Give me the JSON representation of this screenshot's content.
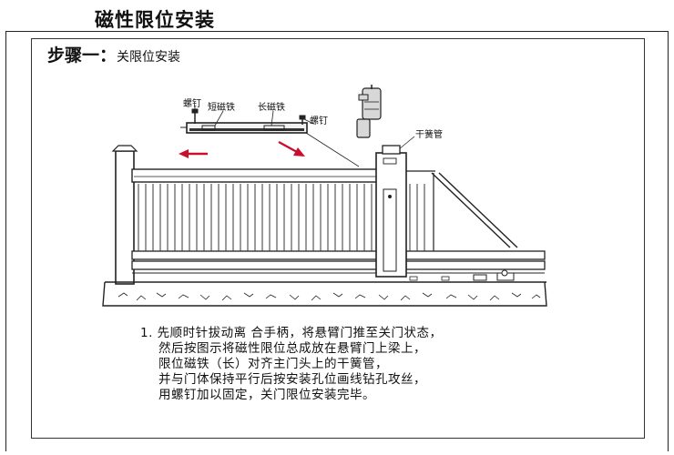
{
  "page_title": "磁性限位安装",
  "step": {
    "heading": "步骤一",
    "separator": "：",
    "subtitle": "关限位安装"
  },
  "labels": {
    "screw_left": "螺钉",
    "short_magnet": "短磁铁",
    "long_magnet": "长磁铁",
    "screw_right": "螺钉",
    "reed_switch": "干簧管"
  },
  "instructions": [
    "1. 先顺时针拔动离 合手柄，将悬臂门推至关门状态，",
    "然后按图示将磁性限位总成放在悬臂门上梁上，",
    "限位磁铁（长）对齐主门头上的干簧管，",
    "并与门体保持平行后按安装孔位画线钻孔攻丝，",
    "用螺钉加以固定，关门限位安装完毕。"
  ],
  "colors": {
    "arrow": "#c8102e",
    "line": "#222222",
    "beam_fill": "#f2f2f2"
  },
  "icons": [
    "power-drill-icon",
    "arrow-left-icon",
    "arrow-diagonal-icon"
  ]
}
